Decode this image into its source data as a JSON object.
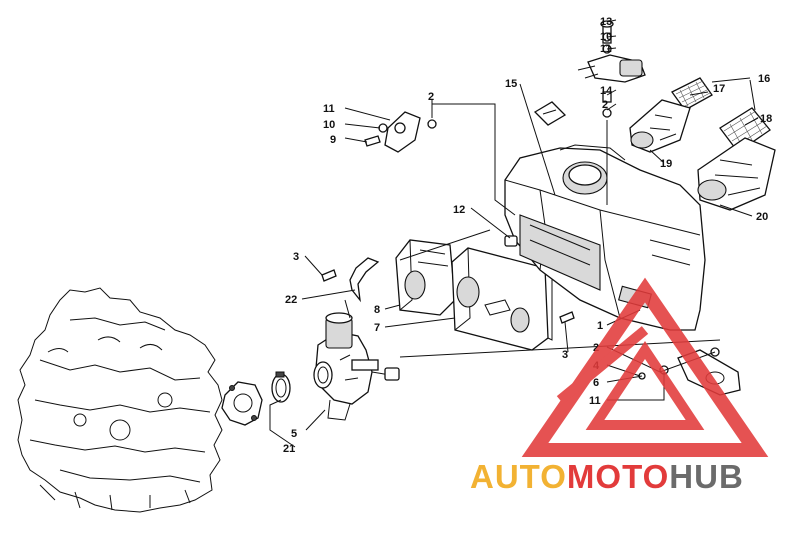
{
  "diagram": {
    "callouts": {
      "c13": "13",
      "c10a": "10",
      "c11a": "11",
      "c14": "14",
      "c2a": "2",
      "c15": "15",
      "c16": "16",
      "c17": "17",
      "c18": "18",
      "c19": "19",
      "c20": "20",
      "c11b": "11",
      "c10b": "10",
      "c9": "9",
      "c2b": "2",
      "c12": "12",
      "c3a": "3",
      "c22": "22",
      "c8": "8",
      "c7": "7",
      "c3b": "3",
      "c1": "1",
      "c2c": "2",
      "c4": "4",
      "c6": "6",
      "c11c": "11",
      "c5": "5",
      "c21": "21"
    }
  },
  "watermark": {
    "part1": "AUTO",
    "part2": "MOTO",
    "part3": "HUB",
    "colors": {
      "triangle": "#e23b3b",
      "auto": "#f2b233",
      "moto": "#e23b3b",
      "hub": "#6b6b6b"
    }
  }
}
